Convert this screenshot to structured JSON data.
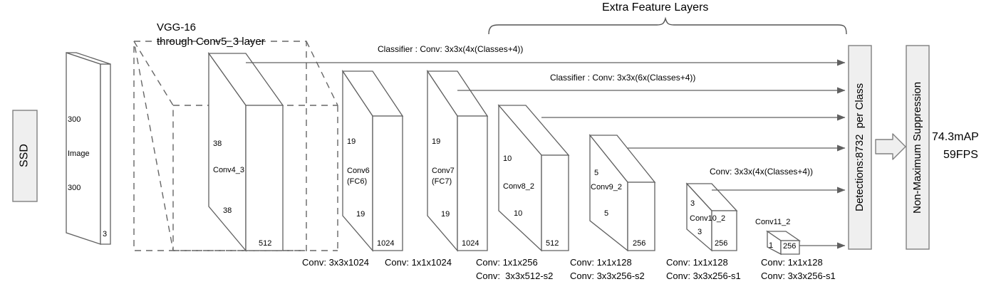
{
  "title_block": {
    "label": "SSD"
  },
  "headers": {
    "extra_feature_layers": "Extra Feature Layers",
    "vgg_line1": "VGG-16",
    "vgg_line2": "through Conv5_3 layer"
  },
  "classifier_annotations": [
    {
      "name": "classifier-conv4-3",
      "text": "Classifier : Conv: 3x3x(4x(Classes+4))"
    },
    {
      "name": "classifier-conv7",
      "text": "Classifier : Conv: 3x3x(6x(Classes+4))"
    },
    {
      "name": "classifier-conv10-2",
      "text": "Conv: 3x3x(4x(Classes+4))"
    }
  ],
  "blocks": [
    {
      "name": "image",
      "label": "Image",
      "height": "300",
      "width": "300",
      "depth": "3"
    },
    {
      "name": "conv4_3",
      "label": "Conv4_3",
      "height": "38",
      "width": "38",
      "depth": "512"
    },
    {
      "name": "conv6",
      "label": "Conv6",
      "sublabel": "(FC6)",
      "height": "19",
      "width": "19",
      "depth": "1024"
    },
    {
      "name": "conv7",
      "label": "Conv7",
      "sublabel": "(FC7)",
      "height": "19",
      "width": "19",
      "depth": "1024"
    },
    {
      "name": "conv8_2",
      "label": "Conv8_2",
      "height": "10",
      "width": "10",
      "depth": "512"
    },
    {
      "name": "conv9_2",
      "label": "Conv9_2",
      "height": "5",
      "width": "5",
      "depth": "256"
    },
    {
      "name": "conv10_2",
      "label": "Conv10_2",
      "height": "3",
      "width": "3",
      "depth": "256"
    },
    {
      "name": "conv11_2",
      "label": "Conv11_2",
      "height": "1",
      "depth": "256"
    }
  ],
  "conv_specs": [
    {
      "name": "spec-conv6",
      "line1": "Conv: 3x3x1024",
      "line2": ""
    },
    {
      "name": "spec-conv7",
      "line1": "Conv: 1x1x1024",
      "line2": ""
    },
    {
      "name": "spec-conv8_2",
      "line1": "Conv: 1x1x256",
      "line2": "Conv:  3x3x512-s2"
    },
    {
      "name": "spec-conv9_2",
      "line1": "Conv: 1x1x128",
      "line2": "Conv: 3x3x256-s2"
    },
    {
      "name": "spec-conv10_2",
      "line1": "Conv: 1x1x128",
      "line2": "Conv: 3x3x256-s1"
    },
    {
      "name": "spec-conv11_2",
      "line1": "Conv: 1x1x128",
      "line2": "Conv: 3x3x256-s1"
    }
  ],
  "detections": {
    "label": "Detections:8732  per Class"
  },
  "nms": {
    "label": "Non-Maximum Suppression"
  },
  "results": {
    "map": "74.3mAP",
    "fps": "59FPS"
  },
  "colors": {
    "line": "#606060",
    "block_fill": "#ffffff",
    "panel_fill": "#efefef",
    "panel_stroke": "#808080",
    "text": "#000000"
  }
}
